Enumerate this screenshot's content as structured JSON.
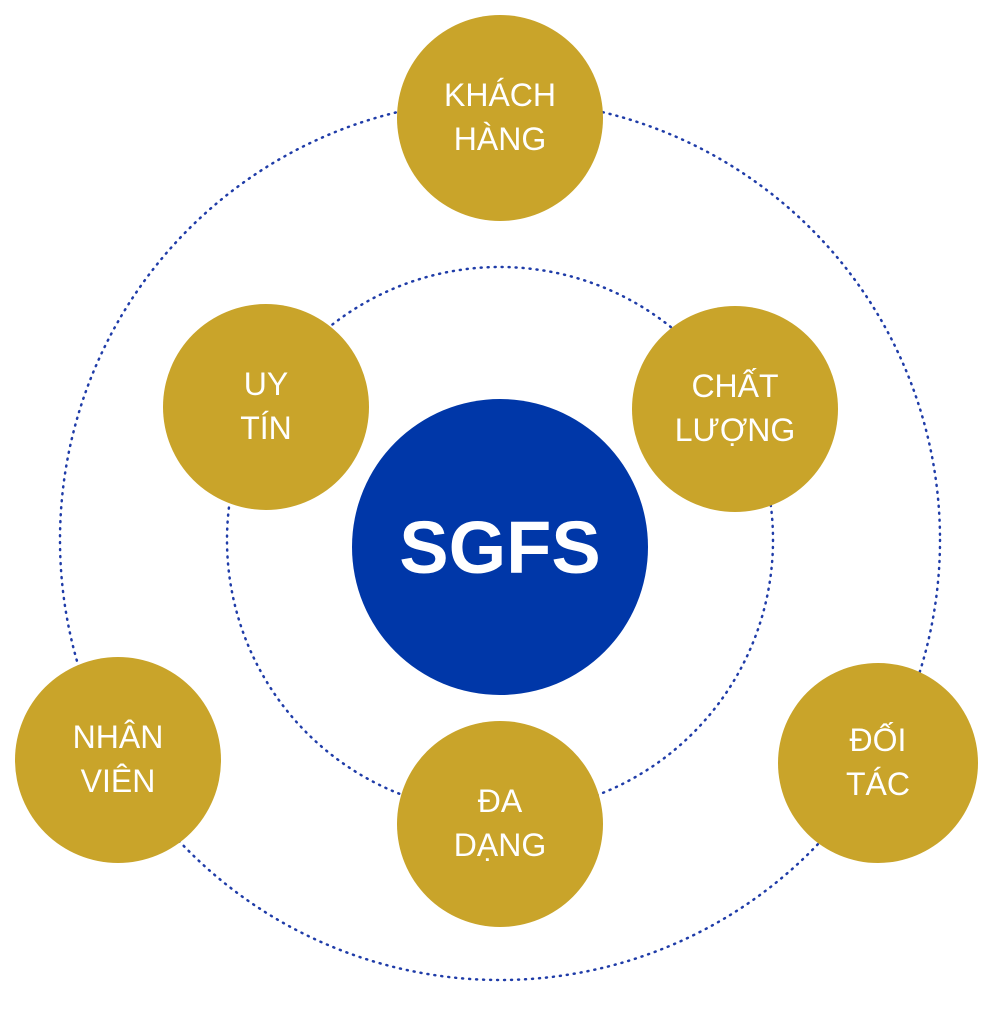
{
  "center": {
    "label": "SGFS",
    "color": "#0037A8"
  },
  "ring_color": "#1F3CA8",
  "node_color": "#C9A42A",
  "nodes": [
    {
      "id": "khach-hang",
      "line1": "KHÁCH",
      "line2": "HÀNG"
    },
    {
      "id": "uy-tin",
      "line1": "UY",
      "line2": "TÍN"
    },
    {
      "id": "chat-luong",
      "line1": "CHẤT",
      "line2": "LƯỢNG"
    },
    {
      "id": "nhan-vien",
      "line1": "NHÂN",
      "line2": "VIÊN"
    },
    {
      "id": "da-dang",
      "line1": "ĐA",
      "line2": "DẠNG"
    },
    {
      "id": "doi-tac",
      "line1": "ĐỐI",
      "line2": "TÁC"
    }
  ]
}
